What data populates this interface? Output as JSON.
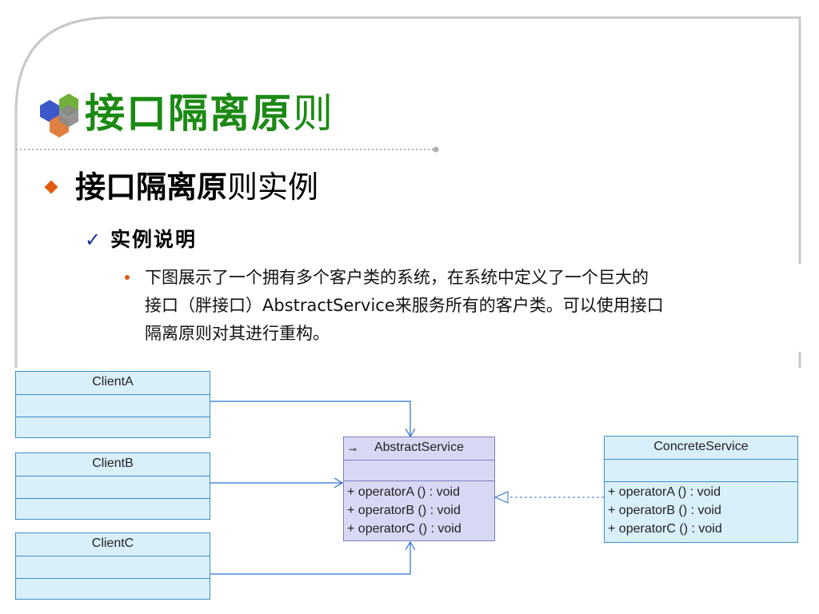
{
  "slide": {
    "title": {
      "bold": "接口隔离原",
      "normal": "则"
    },
    "subtitle": {
      "bold": "接口隔离原",
      "normal": "则实例"
    },
    "section_heading": "实例说明",
    "check_mark": "✓",
    "paragraph_lines": [
      "下图展示了一个拥有多个客户类的系统，在系统中定义了一个巨大的",
      "接口（胖接口）AbstractService来服务所有的客户类。可以使用接口",
      "隔离原则对其进行重构。"
    ]
  },
  "diagram": {
    "clients": [
      {
        "name": "ClientA"
      },
      {
        "name": "ClientB"
      },
      {
        "name": "ClientC"
      }
    ],
    "abstract_service": {
      "name": "AbstractService",
      "icon": "interface-icon",
      "operations": [
        "+ operatorA () : void",
        "+ operatorB () : void",
        "+ operatorC () : void"
      ]
    },
    "concrete_service": {
      "name": "ConcreteService",
      "operations": [
        "+ operatorA () : void",
        "+ operatorB () : void",
        "+ operatorC () : void"
      ]
    }
  },
  "colors": {
    "title_green": "#1c8a14",
    "bullet_orange": "#e05a10",
    "check_blue": "#1a2f9a",
    "class_fill": "#d9effa",
    "class_border": "#3d8fc7",
    "interface_fill": "#d8d8f4",
    "arrow_blue": "#2a6fd0"
  }
}
